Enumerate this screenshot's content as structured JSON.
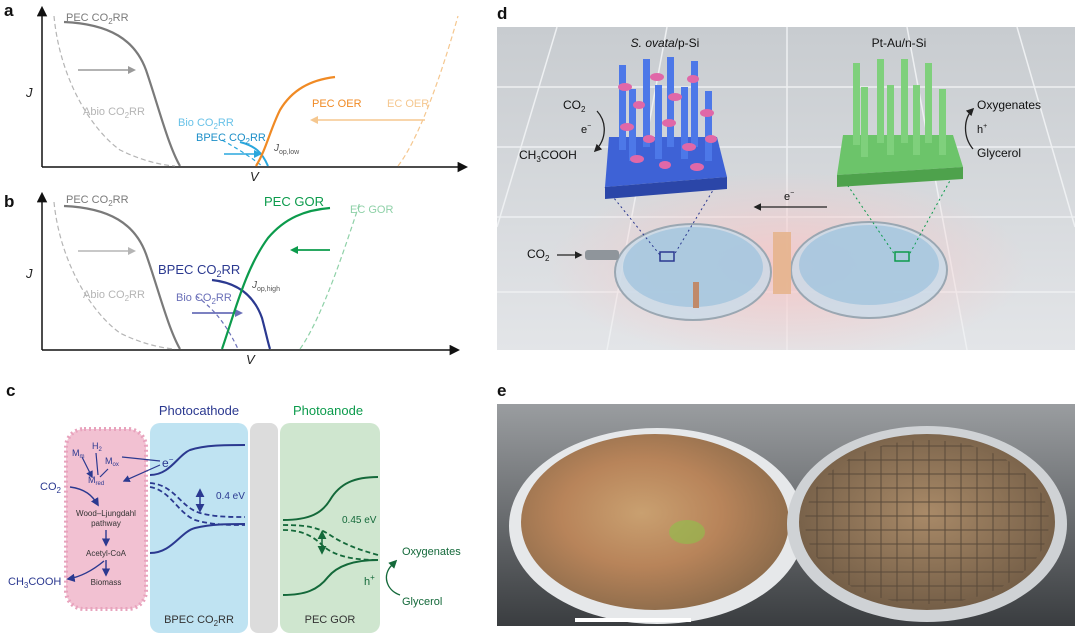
{
  "panels": {
    "a": "a",
    "b": "b",
    "c": "c",
    "d": "d",
    "e": "e"
  },
  "panel_a": {
    "y_axis": "J",
    "x_axis": "V",
    "pec_co2rr_prefix": "PEC CO",
    "pec_co2rr_sub": "2",
    "pec_co2rr_suffix": "RR",
    "abio_prefix": "Abio CO",
    "abio_sub": "2",
    "abio_suffix": "RR",
    "bio_prefix": "Bio CO",
    "bio_sub": "2",
    "bio_suffix": "RR",
    "bpec_prefix": "BPEC CO",
    "bpec_sub": "2",
    "bpec_suffix": "RR",
    "pec_oer": "PEC OER",
    "ec_oer": "EC OER",
    "jop_main": "J",
    "jop_sub": "op,low"
  },
  "panel_b": {
    "y_axis": "J",
    "x_axis": "V",
    "pec_co2rr_prefix": "PEC CO",
    "pec_co2rr_sub": "2",
    "pec_co2rr_suffix": "RR",
    "abio_prefix": "Abio CO",
    "abio_sub": "2",
    "abio_suffix": "RR",
    "bio_prefix": "Bio CO",
    "bio_sub": "2",
    "bio_suffix": "RR",
    "bpec_prefix": "BPEC CO",
    "bpec_sub": "2",
    "bpec_suffix": "RR",
    "pec_gor": "PEC GOR",
    "ec_gor": "EC GOR",
    "jop_main": "J",
    "jop_sub": "op,high"
  },
  "panel_c": {
    "photocathode": "Photocathode",
    "photoanode": "Photoanode",
    "bpec_prefix": "BPEC CO",
    "bpec_sub": "2",
    "bpec_suffix": "RR",
    "pec_gor": "PEC GOR",
    "co2_prefix": "CO",
    "co2_sub": "2",
    "ch3cooh_a": "CH",
    "ch3cooh_sub": "3",
    "ch3cooh_b": "COOH",
    "h2_main": "H",
    "h2_sub": "2",
    "mox_main": "M",
    "mox_sub": "ox",
    "mred_main": "M",
    "mred_sub": "red",
    "min_main": "M",
    "min_sub": "m",
    "electron_main": "e",
    "electron_sup": "−",
    "wood_line1": "Wood–Ljungdahl",
    "wood_line2": "pathway",
    "acetyl": "Acetyl-CoA",
    "biomass": "Biomass",
    "gap_cathode": "0.4 eV",
    "gap_anode": "0.45 eV",
    "oxygenates": "Oxygenates",
    "hole_main": "h",
    "hole_sup": "+",
    "glycerol": "Glycerol"
  },
  "panel_d": {
    "left_species": "S. ovata",
    "left_substrate": "/p-Si",
    "right_label": "Pt-Au/n-Si",
    "co2_prefix": "CO",
    "co2_sub": "2",
    "electron_main": "e",
    "electron_sup": "−",
    "ch3cooh_a": "CH",
    "ch3cooh_sub": "3",
    "ch3cooh_b": "COOH",
    "oxygenates": "Oxygenates",
    "hole_main": "h",
    "hole_sup": "+",
    "glycerol": "Glycerol",
    "inlet_prefix": "CO",
    "inlet_sub": "2"
  },
  "colors": {
    "gray": "#7a7a7a",
    "light_gray": "#b5b5b5",
    "orange": "#f08a24",
    "light_orange": "#f5c78f",
    "cyan": "#2aa7dd",
    "navy": "#2b3990",
    "violet": "#6a6fb8",
    "green": "#0c9b4c",
    "pale_green": "#8fd1a8",
    "dark_green": "#14693a",
    "cathode_bg": "#bfe3f2",
    "anode_bg": "#cfe6cf",
    "pink": "#f2c1d2"
  }
}
